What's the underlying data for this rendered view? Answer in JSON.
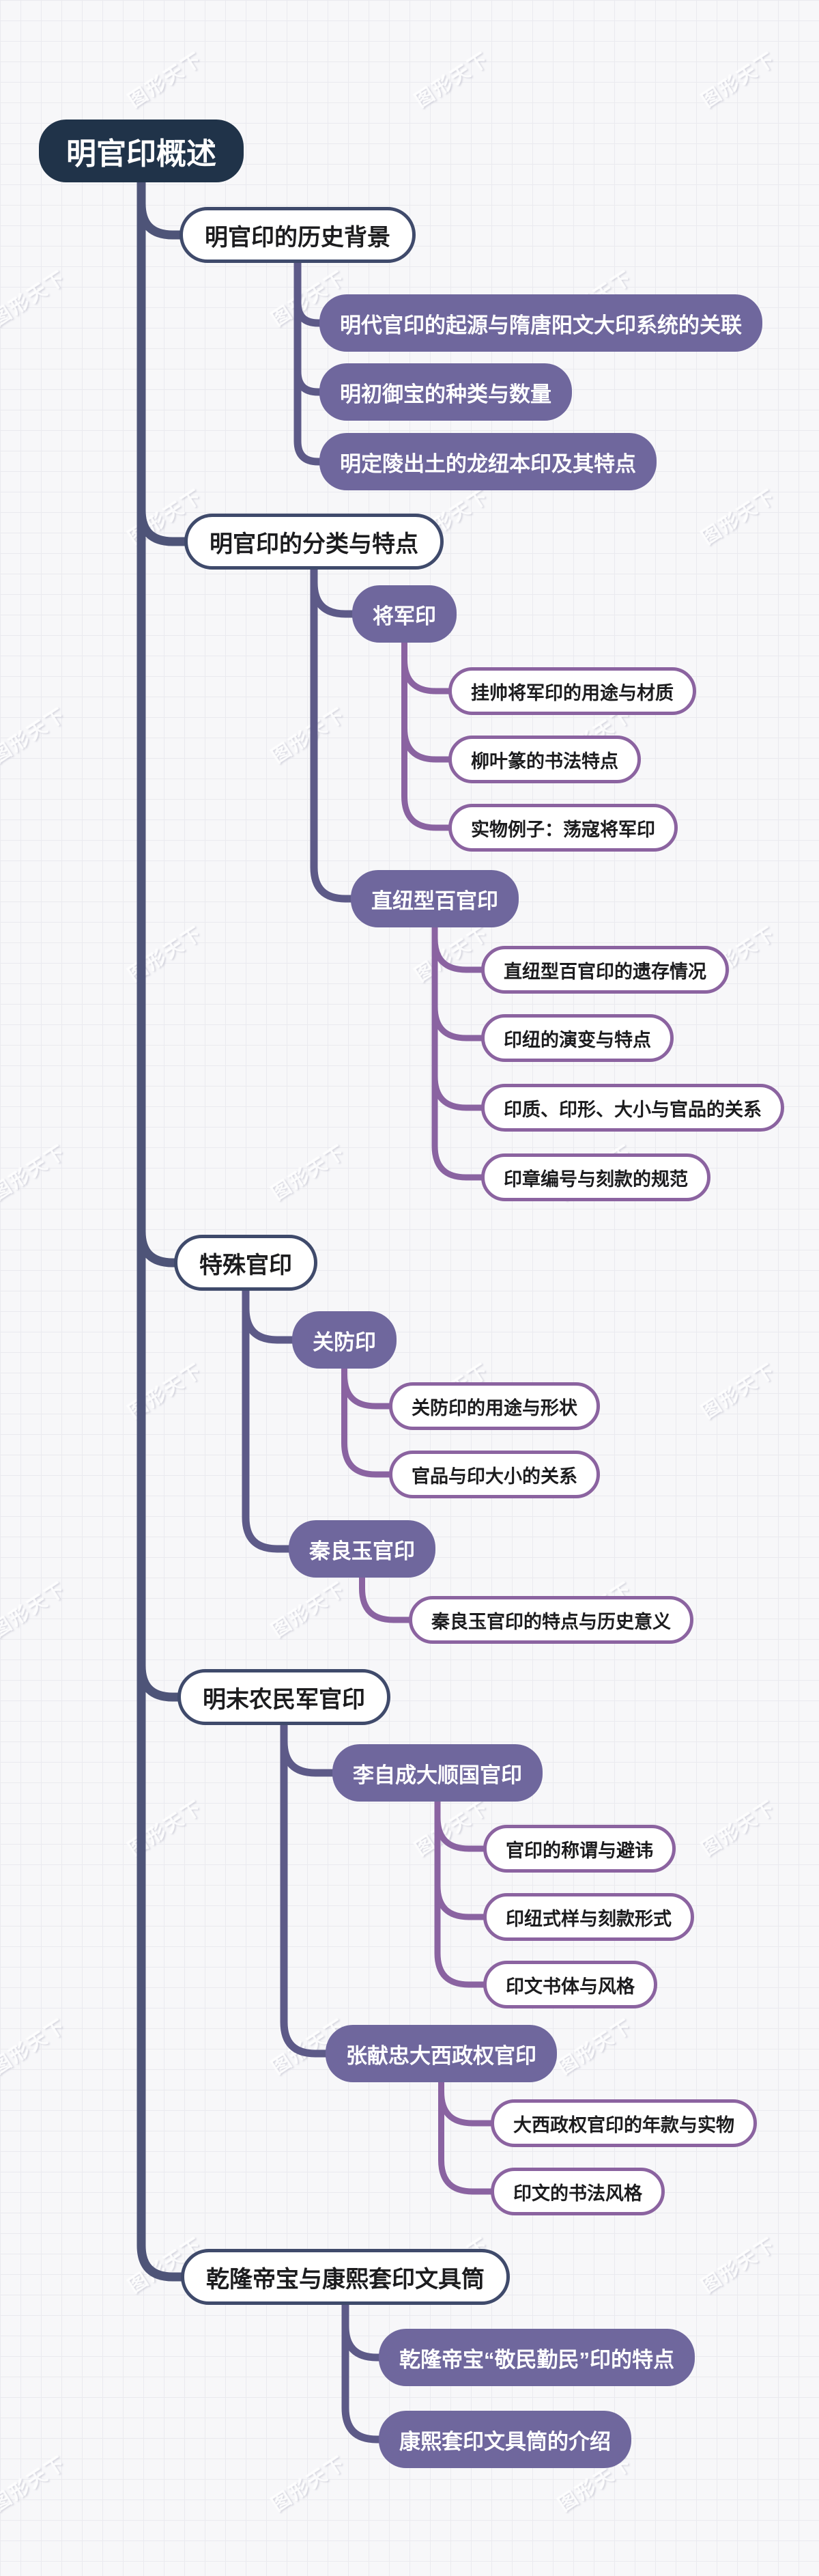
{
  "canvas": {
    "watermark_text": "图形天下",
    "background_color": "#f7f7f9",
    "grid_line_color": "#eaeaef"
  },
  "colors": {
    "root_fill": "#203349",
    "level1_border": "#3f4a6b",
    "level2_fill": "#6f679d",
    "level3_border": "#8b63a0",
    "trunk_root": "#4e5478",
    "trunk_level1": "#5d5a88",
    "trunk_level2": "#8a63a1",
    "text_dark": "#1c1c1e",
    "text_light": "#ffffff"
  },
  "mindmap": {
    "root": {
      "id": "root",
      "label": "明官印概述",
      "children": [
        {
          "id": "b1",
          "label": "明官印的历史背景",
          "children": [
            {
              "id": "b1c1",
              "label": "明代官印的起源与隋唐阳文大印系统的关联"
            },
            {
              "id": "b1c2",
              "label": "明初御宝的种类与数量"
            },
            {
              "id": "b1c3",
              "label": "明定陵出土的龙纽本印及其特点"
            }
          ]
        },
        {
          "id": "b2",
          "label": "明官印的分类与特点",
          "children": [
            {
              "id": "b2c1",
              "label": "将军印",
              "children": [
                {
                  "id": "b2c1g1",
                  "label": "挂帅将军印的用途与材质"
                },
                {
                  "id": "b2c1g2",
                  "label": "柳叶篆的书法特点"
                },
                {
                  "id": "b2c1g3",
                  "label": "实物例子：荡寇将军印"
                }
              ]
            },
            {
              "id": "b2c2",
              "label": "直纽型百官印",
              "children": [
                {
                  "id": "b2c2g1",
                  "label": "直纽型百官印的遗存情况"
                },
                {
                  "id": "b2c2g2",
                  "label": "印纽的演变与特点"
                },
                {
                  "id": "b2c2g3",
                  "label": "印质、印形、大小与官品的关系"
                },
                {
                  "id": "b2c2g4",
                  "label": "印章编号与刻款的规范"
                }
              ]
            }
          ]
        },
        {
          "id": "b3",
          "label": "特殊官印",
          "children": [
            {
              "id": "b3c1",
              "label": "关防印",
              "children": [
                {
                  "id": "b3c1g1",
                  "label": "关防印的用途与形状"
                },
                {
                  "id": "b3c1g2",
                  "label": "官品与印大小的关系"
                }
              ]
            },
            {
              "id": "b3c2",
              "label": "秦良玉官印",
              "children": [
                {
                  "id": "b3c2g1",
                  "label": "秦良玉官印的特点与历史意义"
                }
              ]
            }
          ]
        },
        {
          "id": "b4",
          "label": "明末农民军官印",
          "children": [
            {
              "id": "b4c1",
              "label": "李自成大顺国官印",
              "children": [
                {
                  "id": "b4c1g1",
                  "label": "官印的称谓与避讳"
                },
                {
                  "id": "b4c1g2",
                  "label": "印纽式样与刻款形式"
                },
                {
                  "id": "b4c1g3",
                  "label": "印文书体与风格"
                }
              ]
            },
            {
              "id": "b4c2",
              "label": "张献忠大西政权官印",
              "children": [
                {
                  "id": "b4c2g1",
                  "label": "大西政权官印的年款与实物"
                },
                {
                  "id": "b4c2g2",
                  "label": "印文的书法风格"
                }
              ]
            }
          ]
        },
        {
          "id": "b5",
          "label": "乾隆帝宝与康熙套印文具筒",
          "children": [
            {
              "id": "b5c1",
              "label": "乾隆帝宝“敬民勤民”印的特点"
            },
            {
              "id": "b5c2",
              "label": "康熙套印文具筒的介绍"
            }
          ]
        }
      ]
    }
  }
}
